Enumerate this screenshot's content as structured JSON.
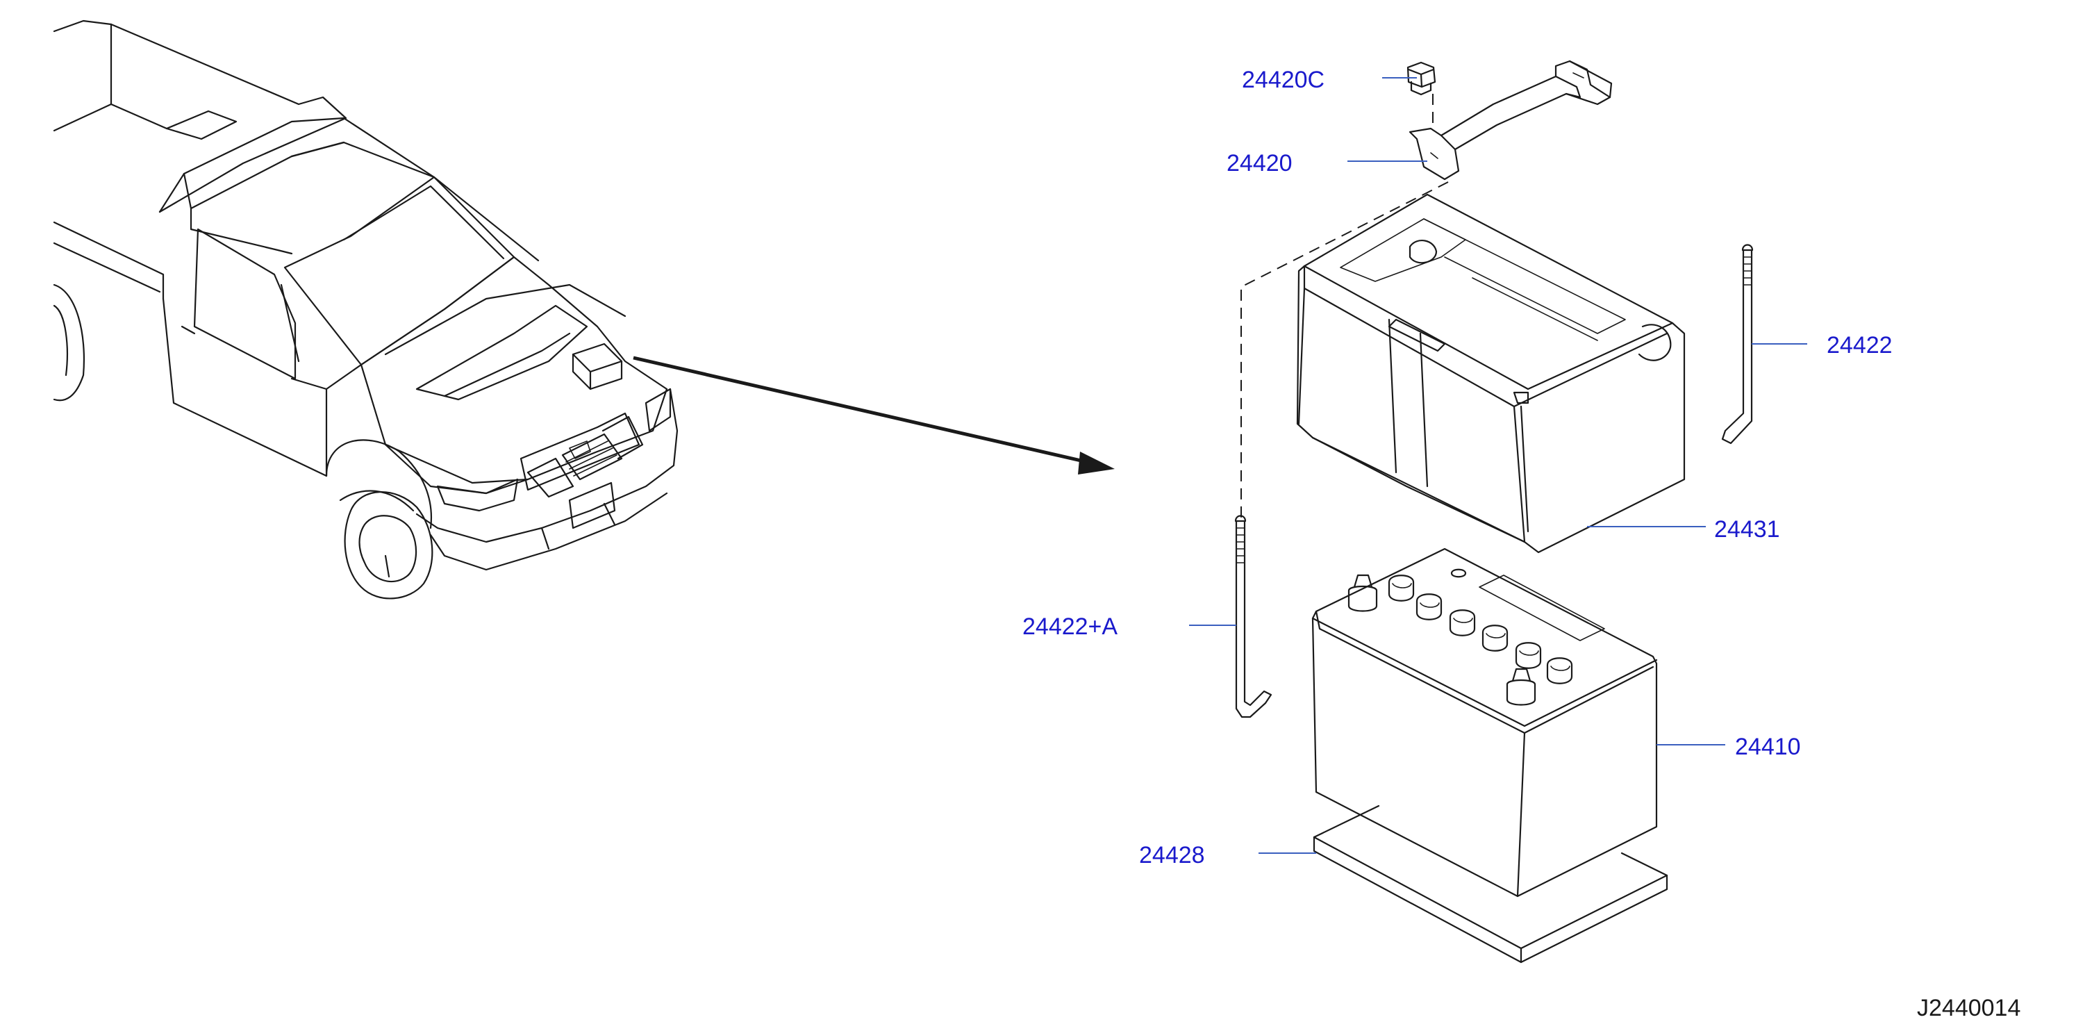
{
  "colors": {
    "label": "#1a1acc",
    "line": "#1a1a1a",
    "leader": "#3a5fbf",
    "background": "#ffffff"
  },
  "parts": [
    {
      "id": "p24420C",
      "number": "24420C"
    },
    {
      "id": "p24420",
      "number": "24420"
    },
    {
      "id": "p24422",
      "number": "24422"
    },
    {
      "id": "p24431",
      "number": "24431"
    },
    {
      "id": "p24422A",
      "number": "24422+A"
    },
    {
      "id": "p24410",
      "number": "24410"
    },
    {
      "id": "p24428",
      "number": "24428"
    }
  ],
  "diagram_code": "J2440014"
}
